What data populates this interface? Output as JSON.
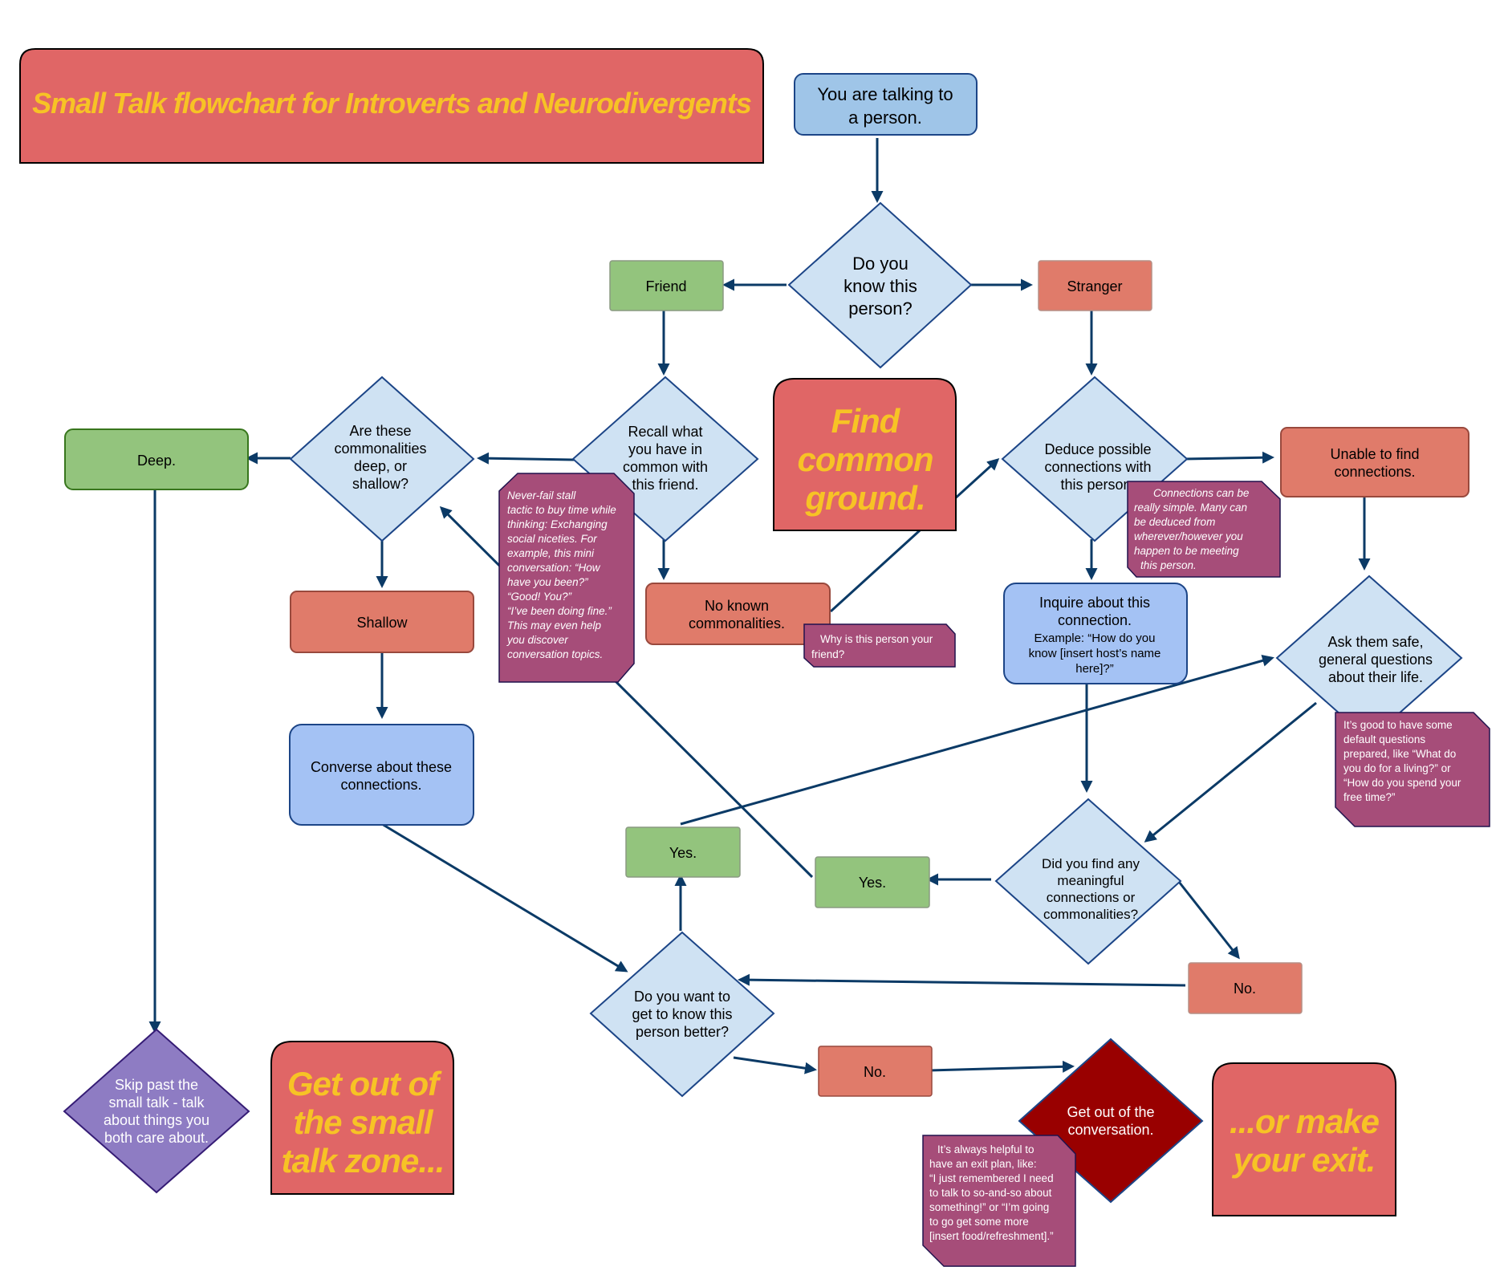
{
  "colors": {
    "banner": "#e06666",
    "banner_text": "#f7c325",
    "friend_green": "#93c47d",
    "stranger_orange": "#e07b6a",
    "decision_blue": "#cfe2f3",
    "action_blue": "#a4c2f4",
    "start_blue": "#9fc5e8",
    "note_plum": "#a64d79",
    "exit_red": "#990000",
    "skip_purple": "#8e7cc3",
    "arrow": "#0b3a66"
  },
  "title": "Small Talk flowchart for Introverts and Neurodivergents",
  "banners": {
    "find": [
      "Find",
      "common",
      "ground."
    ],
    "get_out": [
      "Get out of",
      "the small",
      "talk zone..."
    ],
    "make_exit": [
      "...or make",
      "your exit."
    ]
  },
  "nodes": {
    "start": [
      "You are talking to",
      "a person."
    ],
    "know_person": [
      "Do you",
      "know this",
      "person?"
    ],
    "friend": "Friend",
    "stranger": "Stranger",
    "recall": [
      "Recall what",
      "you have in",
      "common with",
      "this friend."
    ],
    "deduce": [
      "Deduce possible",
      "connections with",
      "this person."
    ],
    "deep_shallow": [
      "Are these",
      "commonalities",
      "deep, or",
      "shallow?"
    ],
    "deep": "Deep.",
    "shallow": "Shallow",
    "no_known": [
      "No known",
      "commonalities."
    ],
    "unable": [
      "Unable to find",
      "connections."
    ],
    "inquire": [
      "Inquire about this",
      "connection."
    ],
    "inquire_example": [
      "Example: “How do you",
      "know [insert host’s name",
      "here]?”"
    ],
    "ask_safe": [
      "Ask them safe,",
      "general questions",
      "about their life."
    ],
    "converse": [
      "Converse about these",
      "connections."
    ],
    "did_find": [
      "Did you find any",
      "meaningful",
      "connections or",
      "commonalities?"
    ],
    "yes_left": "Yes.",
    "yes_right": "Yes.",
    "no_right": "No.",
    "want_know": [
      "Do you want to",
      "get to know this",
      "person better?"
    ],
    "no_bottom": "No.",
    "get_out_conv": [
      "Get out of the",
      "conversation."
    ],
    "skip": [
      "Skip past the",
      "small talk - talk",
      "about things you",
      "both care about."
    ]
  },
  "notes": {
    "stall": [
      "Never-fail stall",
      "tactic to buy time while",
      "thinking: Exchanging",
      "social niceties. For",
      "example, this mini",
      "conversation: “How",
      "have you been?”",
      "“Good! You?”",
      "“I’ve been doing fine.”",
      "This may even help",
      "you discover",
      "conversation topics."
    ],
    "why_friend": [
      "Why is this person your",
      "friend?"
    ],
    "simple": [
      "Connections can be",
      "really simple. Many can",
      "be deduced from",
      "wherever/however you",
      "happen to be meeting",
      "this person."
    ],
    "default_q": [
      "It’s good to have some",
      "default questions",
      "prepared, like “What do",
      "you do for a living?” or",
      "“How do you spend your",
      "free time?”"
    ],
    "exit_plan": [
      "It’s always helpful to",
      "have an exit plan, like:",
      "“I just remembered I need",
      "to talk to so-and-so about",
      "something!” or “I’m going",
      "to go get some more",
      "[insert food/refreshment].”"
    ]
  }
}
